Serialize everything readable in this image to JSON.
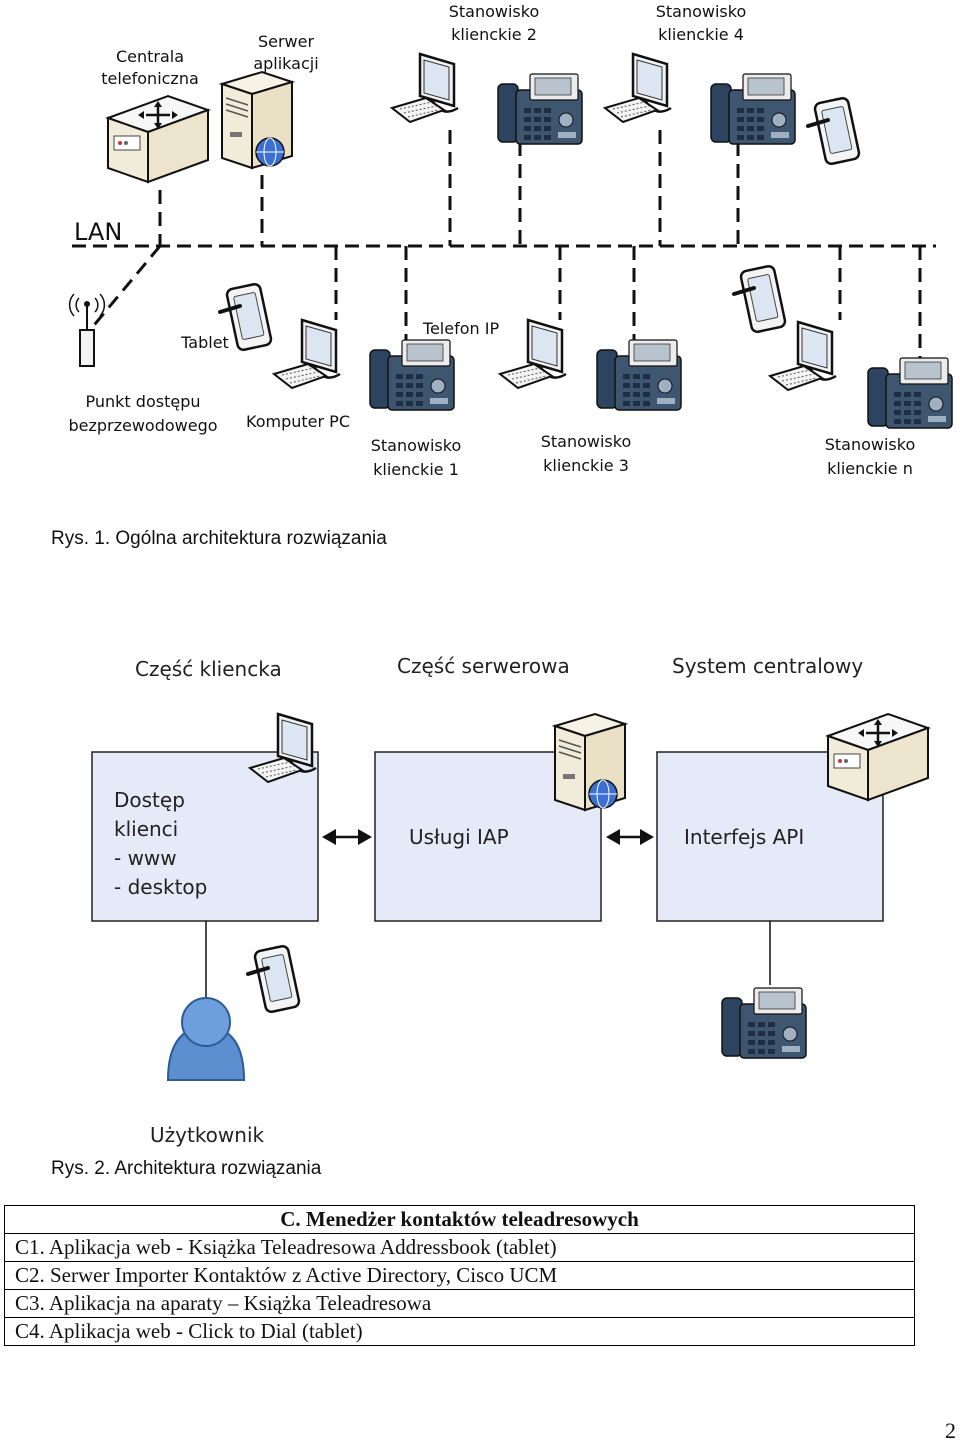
{
  "figure1": {
    "caption": "Rys. 1. Ogólna architektura rozwiązania",
    "network_label": "LAN",
    "labels": {
      "central": "Centrala\ntelefoniczna",
      "server": "Serwer\naplikacji",
      "station2": "Stanowisko\nklienckie 2",
      "station4": "Stanowisko\nklienckie 4",
      "tablet": "Tablet",
      "ip_phone": "Telefon IP",
      "access_point": "Punkt dostępu\nbezprzewodowego",
      "pc": "Komputer PC",
      "station1": "Stanowisko\nklienckie 1",
      "station3": "Stanowisko\nklienckie 3",
      "stationn": "Stanowisko\nklienckie n"
    }
  },
  "figure2": {
    "caption": "Rys. 2. Architektura rozwiązania",
    "headers": {
      "client": "Część kliencka",
      "server": "Część serwerowa",
      "central": "System centralowy"
    },
    "boxes": {
      "client": "Dostęp\nklienci\n- www\n- desktop",
      "server": "Usługi IAP",
      "central": "Interfejs API"
    },
    "user_label": "Użytkownik",
    "colors": {
      "box_fill": "#e6e9f7",
      "user_fill": "#5b8fd0"
    }
  },
  "table": {
    "header": "C. Menedżer kontaktów teleadresowych",
    "rows": [
      "C1. Aplikacja web - Książka Teleadresowa Addressbook (tablet)",
      "C2. Serwer Importer Kontaktów z Active Directory, Cisco UCM",
      "C3. Aplikacja na aparaty – Książka Teleadresowa",
      "C4. Aplikacja web - Click to Dial (tablet)"
    ]
  },
  "page_number": "2"
}
